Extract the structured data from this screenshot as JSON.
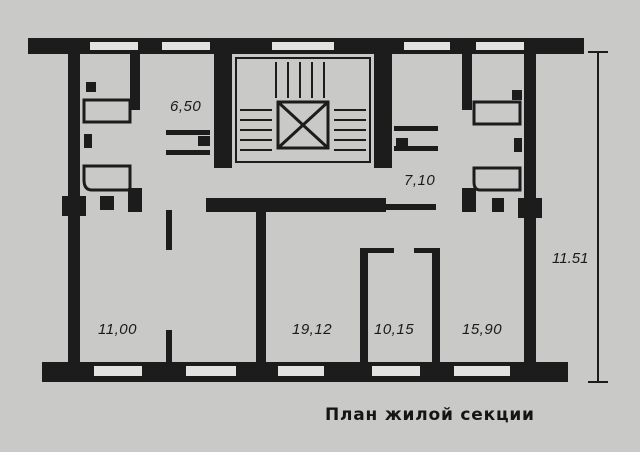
{
  "areas": {
    "bath_left": "6,50",
    "bath_right": "7,10",
    "room_1": "11,00",
    "room_2": "19,12",
    "room_3": "10,15",
    "room_4": "15,90"
  },
  "dimension": "11.51",
  "caption": "План жилой секции",
  "colors": {
    "wall": "#1c1c1c",
    "paper": "#c9c9c7",
    "window": "#e2e2e0"
  }
}
